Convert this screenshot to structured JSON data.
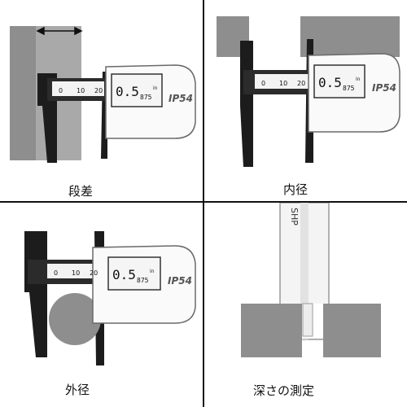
{
  "panels": [
    {
      "caption": "段差"
    },
    {
      "caption": "内径"
    },
    {
      "caption": "外径"
    },
    {
      "caption": "深さの測定"
    }
  ],
  "device": {
    "display_main": "0.5",
    "display_frac": "875",
    "display_unit": "in",
    "rating": "IP54",
    "scale": [
      "0",
      "10",
      "20"
    ],
    "rod_brand": "SHP"
  },
  "colors": {
    "block": "#8e8e8e",
    "jaw": "#1c1c1c",
    "outline": "#6a6a6a"
  }
}
